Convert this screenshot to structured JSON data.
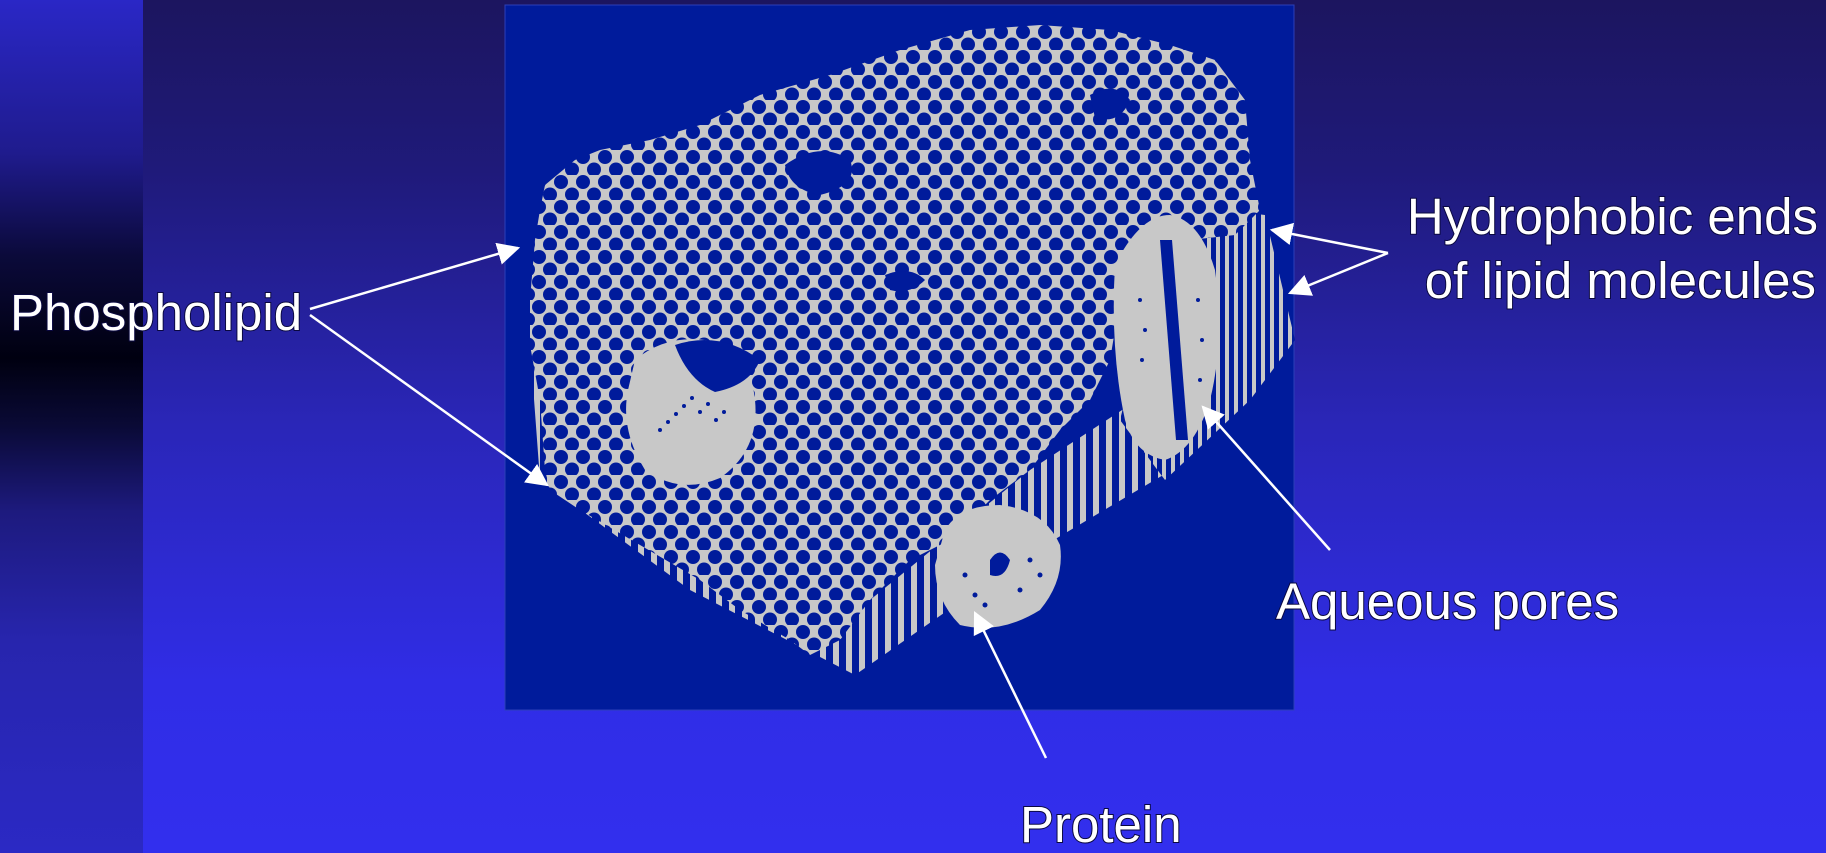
{
  "labels": {
    "phospholipid": "Phospholipid",
    "hydrophobic_line1": "Hydrophobic ends",
    "hydrophobic_line2": "of lipid molecules",
    "aqueous_pores": "Aqueous pores",
    "protein": "Protein"
  },
  "colors": {
    "panel": "#001b9b",
    "membrane": "#c8c8c8",
    "label_text": "#ffffff",
    "arrow": "#ffffff"
  }
}
